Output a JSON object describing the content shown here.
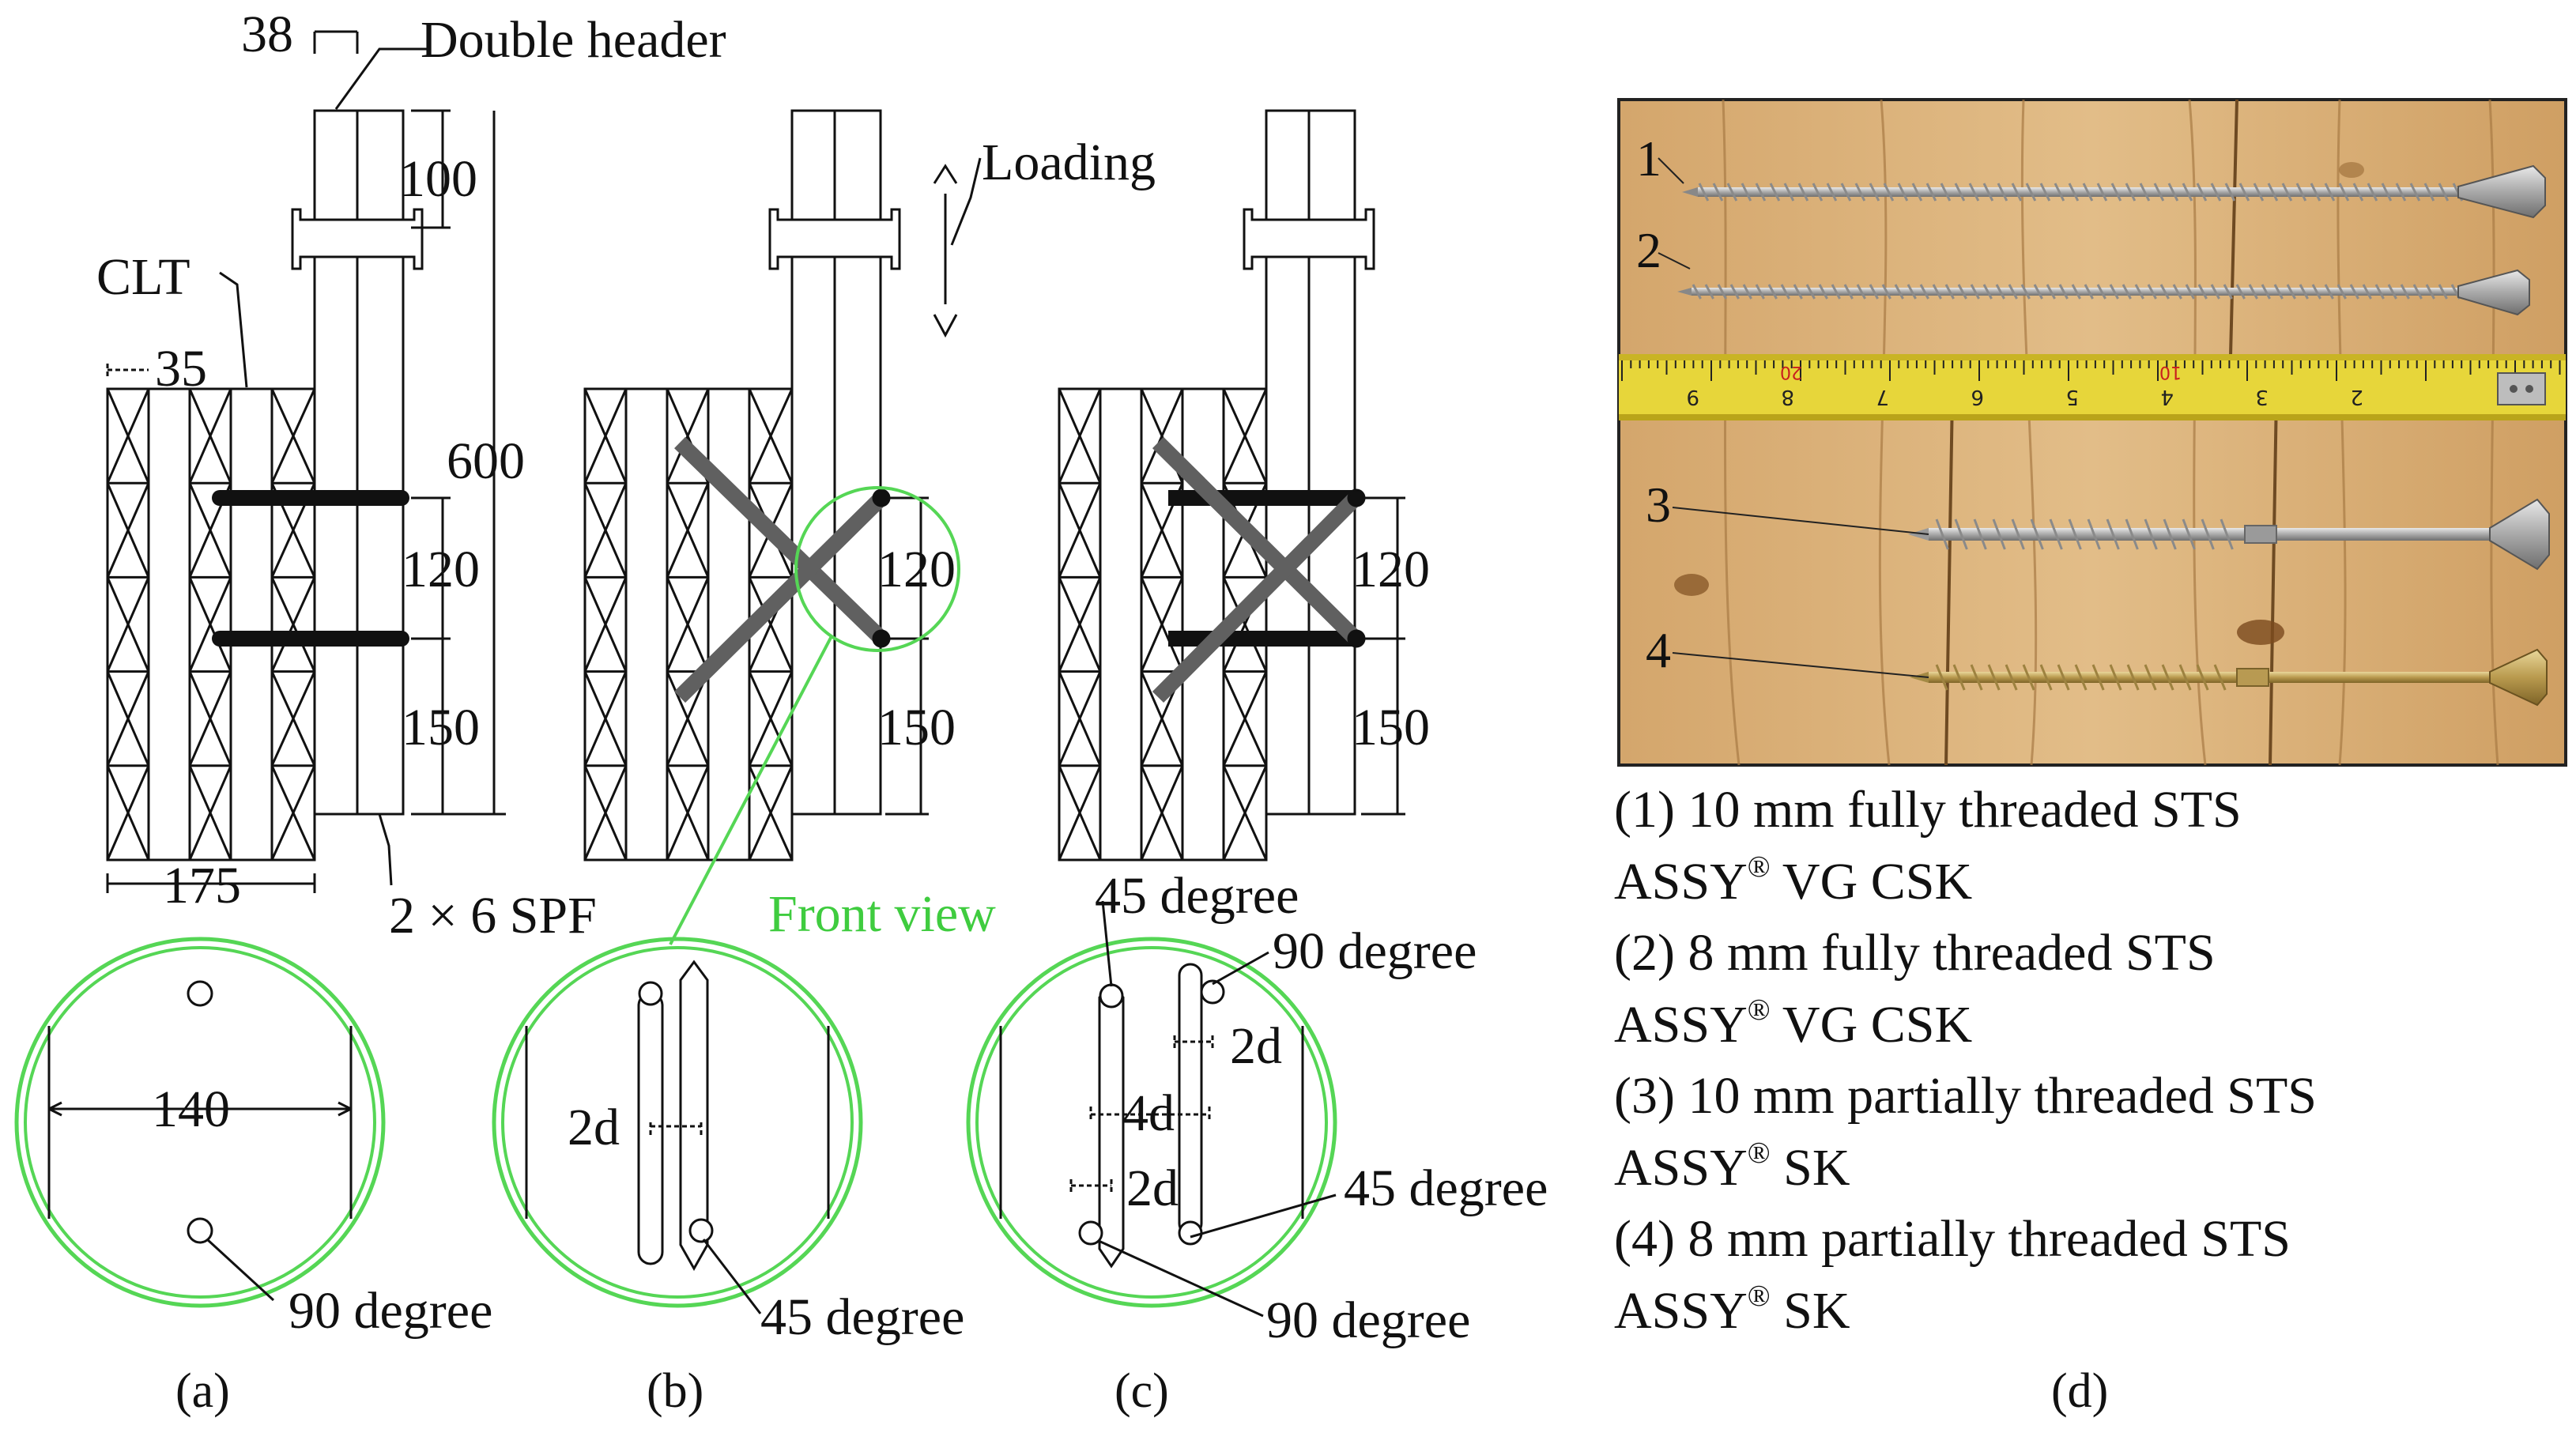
{
  "colors": {
    "line": "#111111",
    "accent_green": "#55d655",
    "screw_gray": "#606060",
    "wood_light": "#d9b27c",
    "wood_dark": "#b88a52",
    "tape_yellow": "#e7d63a"
  },
  "labels": {
    "dim_38": "38",
    "double_header": "Double header",
    "dim_100": "100",
    "clt": "CLT",
    "dim_35": "35",
    "dim_600": "600",
    "dim_120": "120",
    "dim_150": "150",
    "dim_175": "175",
    "spf": "2 × 6 SPF",
    "loading": "Loading",
    "front_view": "Front view",
    "dim_140": "140",
    "deg_90": "90 degree",
    "deg_45": "45 degree",
    "dim_2d": "2d",
    "dim_4d": "4d"
  },
  "captions": {
    "a": "(a)",
    "b": "(b)",
    "c": "(c)",
    "d": "(d)"
  },
  "photo": {
    "markers": [
      "1",
      "2",
      "3",
      "4"
    ],
    "tape_numbers": [
      "9",
      "8",
      "7",
      "6",
      "5",
      "4",
      "3",
      "2"
    ],
    "tape_red_numbers": [
      "20",
      "10"
    ]
  },
  "legend": [
    {
      "text": "(1) 10 mm fully threaded STS"
    },
    {
      "brand": "ASSY",
      "mark": "®",
      "model": " VG CSK"
    },
    {
      "text": "(2) 8 mm fully threaded STS"
    },
    {
      "brand": "ASSY",
      "mark": "®",
      "model": " VG CSK"
    },
    {
      "text": "(3) 10 mm partially threaded STS"
    },
    {
      "brand": "ASSY",
      "mark": "®",
      "model": " SK"
    },
    {
      "text": "(4) 8 mm partially threaded STS"
    },
    {
      "brand": "ASSY",
      "mark": "®",
      "model": " SK"
    }
  ]
}
